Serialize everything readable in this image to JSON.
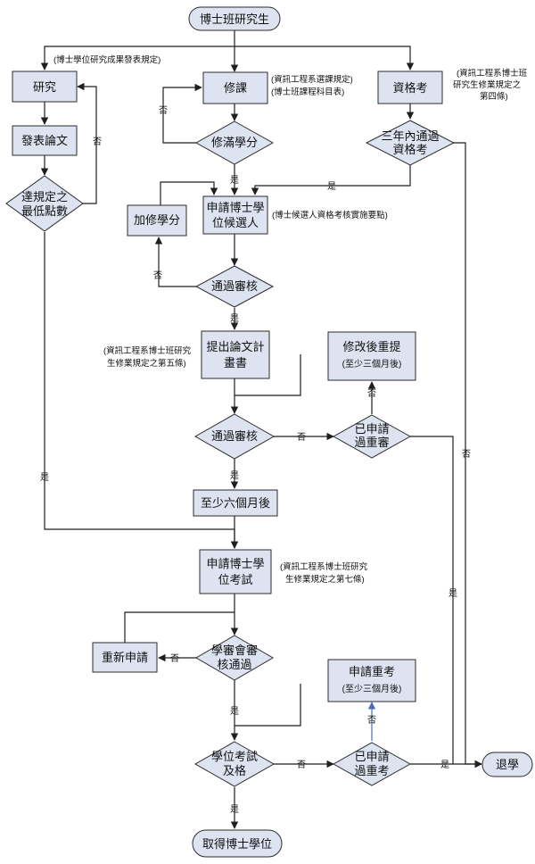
{
  "nodes": {
    "start": "博士班研究生",
    "research": "研究",
    "publish": "發表論文",
    "meet_min": [
      "達規定之",
      "最低點數"
    ],
    "course": "修課",
    "credits_done": "修滿學分",
    "qual": "資格考",
    "qual_pass": [
      "三年內通過",
      "資格考"
    ],
    "extra_credits": "加修學分",
    "apply_candidate": [
      "申請博士學",
      "位候選人"
    ],
    "review1": "通過審核",
    "proposal": [
      "提出論文計",
      "畫書"
    ],
    "revise": [
      "修改後重提",
      "(至少三個月後)"
    ],
    "review2": "通過審核",
    "reapplied1": [
      "已申請",
      "過重審"
    ],
    "six_months": "至少六個月後",
    "apply_exam": [
      "申請博士學",
      "位考試"
    ],
    "reapply": "重新申請",
    "committee": [
      "學審會審",
      "核通過"
    ],
    "retake": [
      "申請重考",
      "(至少三個月後)"
    ],
    "exam_pass": [
      "學位考試",
      "及格"
    ],
    "reapplied2": [
      "已申請",
      "過重考"
    ],
    "expel": "退學",
    "degree": "取得博士學位"
  },
  "notes": {
    "research_rule": "(博士學位研究成果發表規定)",
    "course_rule": [
      "(資訊工程系選課規定)",
      "(博士班課程科目表)"
    ],
    "qual_rule": [
      "(資訊工程系博士班",
      "研究生修業規定之",
      "第四條)"
    ],
    "candidate_rule": "(博士候選人資格考核實施要點)",
    "proposal_rule": [
      "(資訊工程系博士班研究",
      "生修業規定之第五條)"
    ],
    "exam_rule": [
      "(資訊工程系博士班研究",
      "生修業規定之第七條)"
    ]
  },
  "labels": {
    "yes": "是",
    "no": "否"
  }
}
